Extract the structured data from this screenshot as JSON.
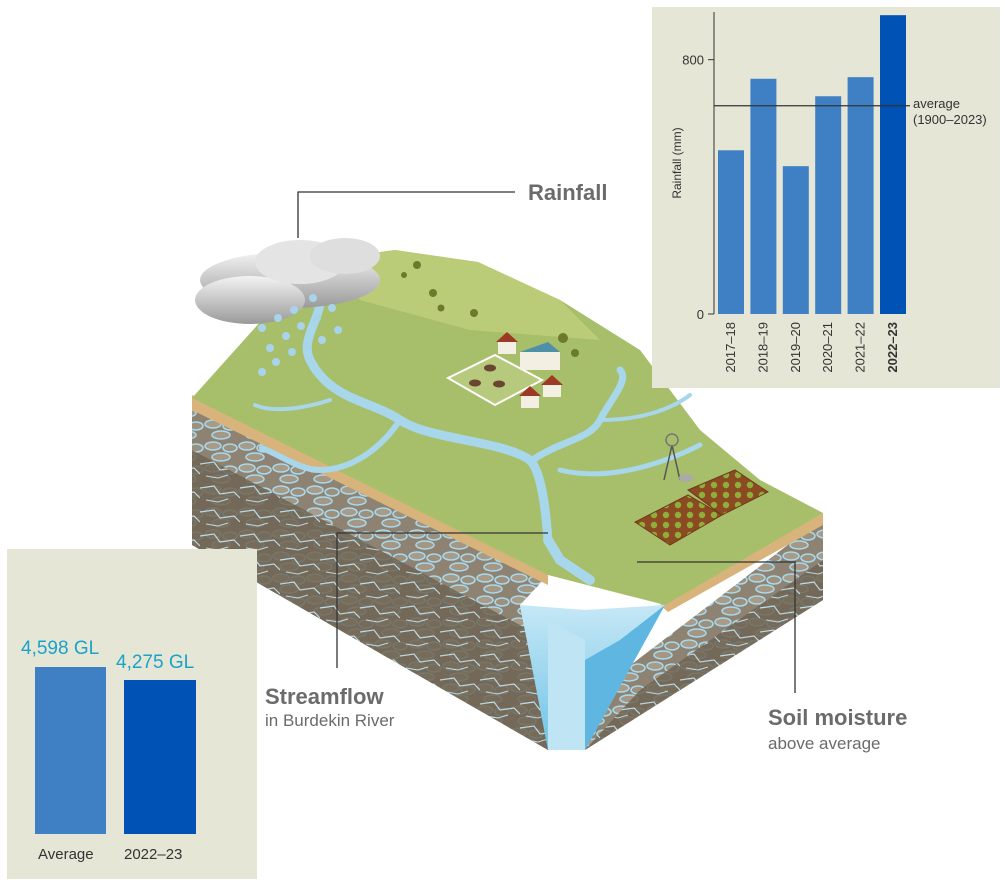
{
  "labels": {
    "rainfall": "Rainfall",
    "streamflow_title": "Streamflow",
    "streamflow_sub": "in Burdekin River",
    "soil_title": "Soil moisture",
    "soil_sub": "above average"
  },
  "colors": {
    "panel_bg": "#e6e6d7",
    "bar": "#3f7fc4",
    "bar_highlight": "#0052b4",
    "value_text": "#1aa3c7",
    "label_text": "#6b6b6b"
  },
  "chart_data": [
    {
      "type": "bar",
      "ylabel": "Rainfall (mm)",
      "categories": [
        "2017–18",
        "2018–19",
        "2019–20",
        "2020–21",
        "2021–22",
        "2022–23"
      ],
      "values": [
        515,
        740,
        465,
        685,
        745,
        940
      ],
      "highlight": "2022–23",
      "yticks": [
        0,
        800
      ],
      "ylim": [
        0,
        950
      ],
      "reference_line": {
        "value": 655,
        "label_line1": "average",
        "label_line2": "(1900–2023)"
      },
      "grid": false
    },
    {
      "type": "bar",
      "categories": [
        "Average",
        "2022–23"
      ],
      "values": [
        4598
      ],
      "value_labels": [
        "4,598 GL",
        "4,275 GL"
      ],
      "highlight": "2022–23",
      "grid": false
    }
  ]
}
